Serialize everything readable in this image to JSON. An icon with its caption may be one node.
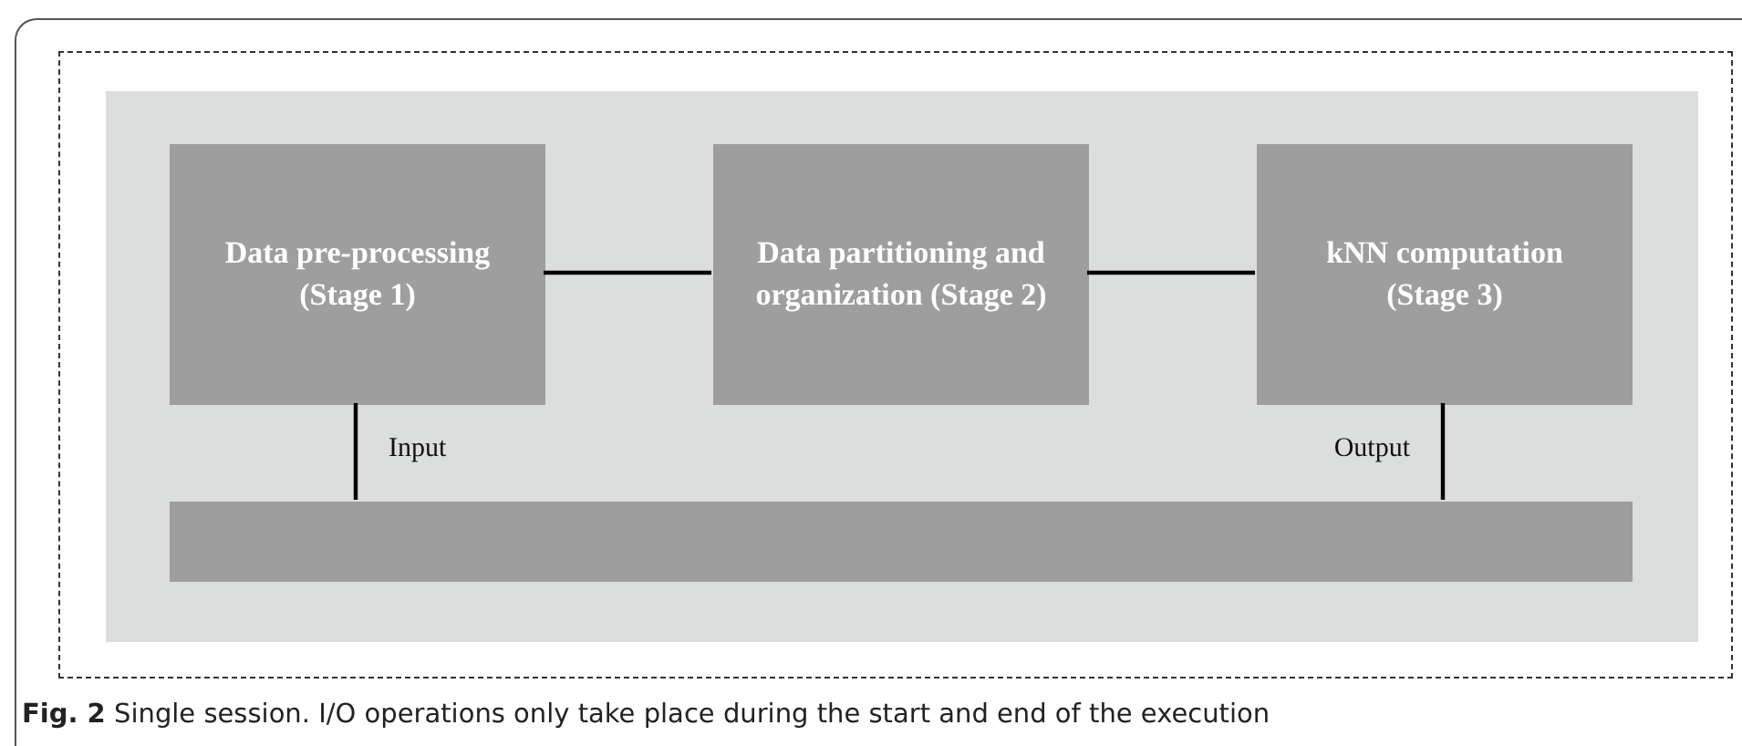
{
  "diagram": {
    "caption": "**Fig. 2** Single session. I/O operations only take place during the start and end of the execution",
    "nodes": [
      {
        "text": [],
        "shape": "box"
      },
      {
        "text": [],
        "shape": "box",
        "in": 0
      },
      {
        "text": [
          "Data pre-processing (Stage 1)"
        ],
        "in": 1
      },
      {
        "text": [
          "Data partitioning and organization (Stage 2)"
        ],
        "in": 1
      },
      {
        "text": [
          "kNN computation (Stage 3)"
        ],
        "in": 1
      },
      {
        "text": [],
        "shape": "bar",
        "in": 1
      }
    ],
    "edges": [
      {
        "from": 2,
        "to": 3,
        "arrow": "none"
      },
      {
        "from": 3,
        "to": 4,
        "arrow": "none"
      },
      {
        "from": 2,
        "to": 5,
        "arrow": "none",
        "label": "Input"
      },
      {
        "from": 4,
        "to": 5,
        "arrow": "none",
        "label": "Output"
      }
    ]
  }
}
